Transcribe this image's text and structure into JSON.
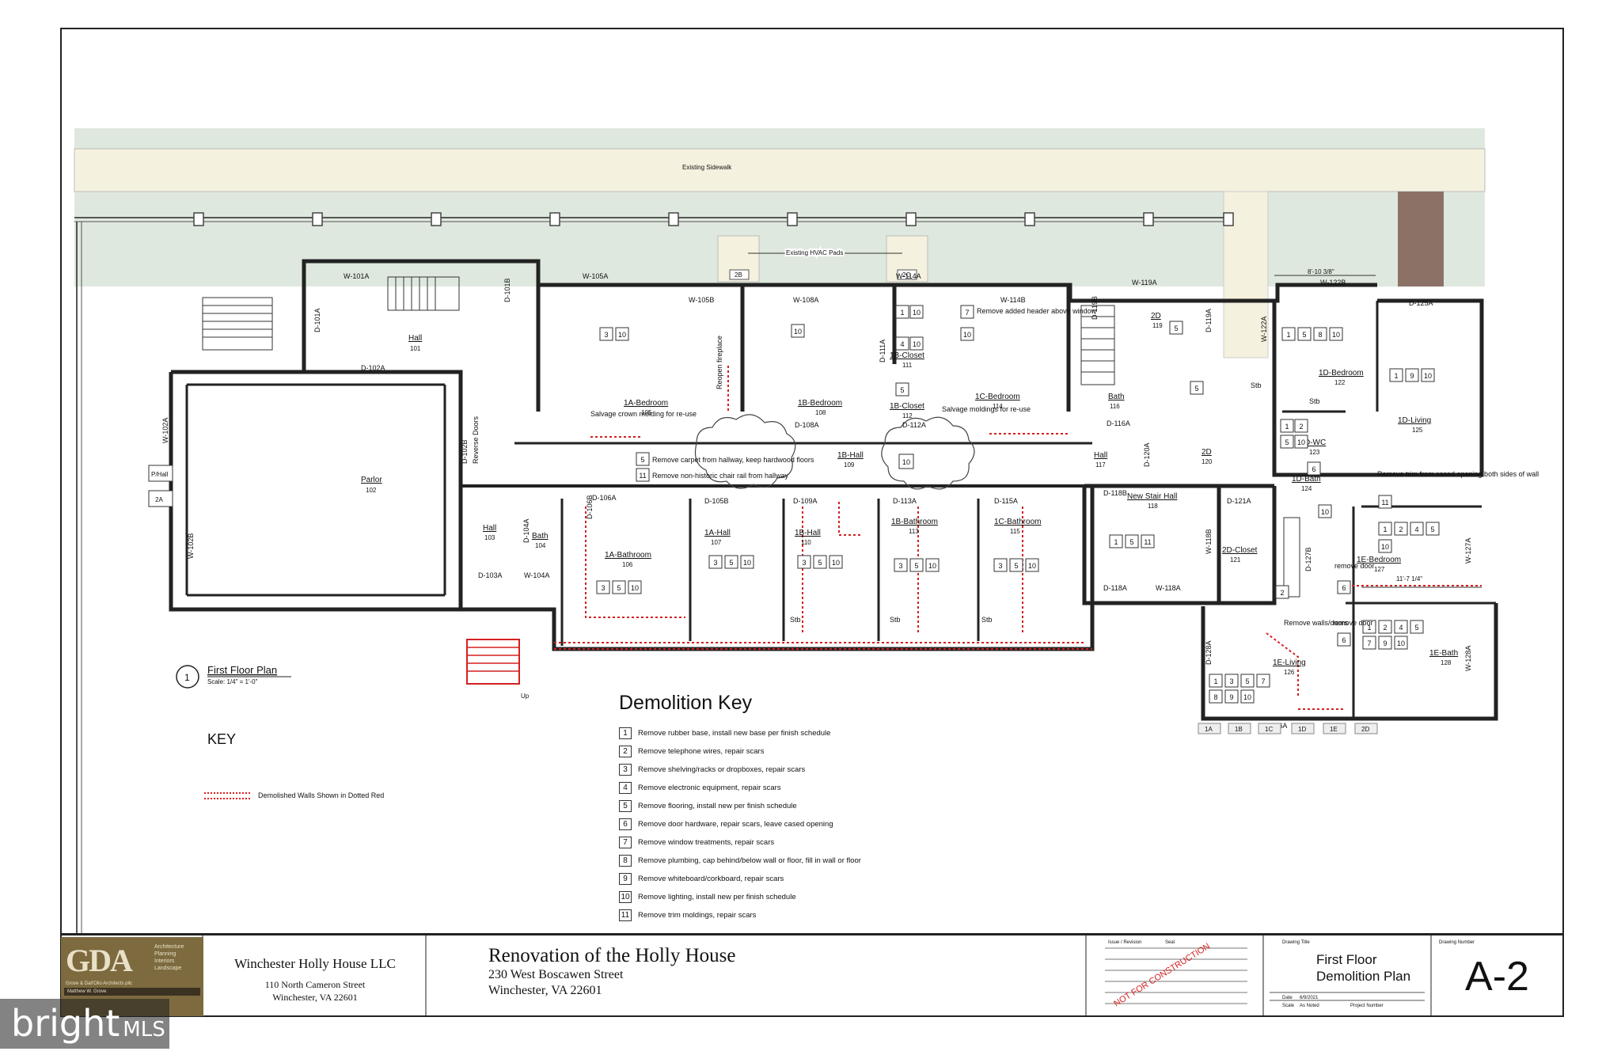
{
  "plan": {
    "sidewalk_label": "Existing Sidewalk",
    "hvac_label": "Existing HVAC Pads",
    "hvac_tags": [
      "2B",
      "2C"
    ],
    "dimension_top": "8'-10 3/8\"",
    "dimension_mid": "11'-7 1/4\"",
    "up_label": "Up",
    "rooms": [
      {
        "name": "Hall",
        "num": "101"
      },
      {
        "name": "Parlor",
        "num": "102"
      },
      {
        "name": "Hall",
        "num": "103"
      },
      {
        "name": "Bath",
        "num": "104"
      },
      {
        "name": "1A-Bedroom",
        "num": "105"
      },
      {
        "name": "1A-Bathroom",
        "num": "106"
      },
      {
        "name": "1A-Hall",
        "num": "107"
      },
      {
        "name": "1B-Bedroom",
        "num": "108"
      },
      {
        "name": "1B-Hall",
        "num": "109"
      },
      {
        "name": "1B-Hall",
        "num": "110"
      },
      {
        "name": "1B-Closet",
        "num": "111"
      },
      {
        "name": "1B-Closet",
        "num": "112"
      },
      {
        "name": "1B-Bathroom",
        "num": "113"
      },
      {
        "name": "1C-Bedroom",
        "num": "114"
      },
      {
        "name": "1C-Bathroom",
        "num": "115"
      },
      {
        "name": "Bath",
        "num": "116"
      },
      {
        "name": "Hall",
        "num": "117"
      },
      {
        "name": "New Stair Hall",
        "num": "118"
      },
      {
        "name": "2D",
        "num": "119"
      },
      {
        "name": "2D",
        "num": "120"
      },
      {
        "name": "2D-Closet",
        "num": "121"
      },
      {
        "name": "1D-Bedroom",
        "num": "122"
      },
      {
        "name": "D-WC",
        "num": "123"
      },
      {
        "name": "1D-Bath",
        "num": "124"
      },
      {
        "name": "1D-Living",
        "num": "125"
      },
      {
        "name": "1E-Living",
        "num": "126"
      },
      {
        "name": "1E-Bedroom",
        "num": "127"
      },
      {
        "name": "1E-Bath",
        "num": "128"
      }
    ],
    "door_tags": [
      "W-101A",
      "D-101A",
      "D-101B",
      "D-102A",
      "W-102A",
      "W-102B",
      "D-102B",
      "W-105A",
      "W-105B",
      "W-108A",
      "D-111A",
      "D-112A",
      "D-108A",
      "W-114A",
      "W-114B",
      "D-119B",
      "D-116A",
      "W-119A",
      "D-119A",
      "W-122A",
      "W-122B",
      "D-125A",
      "D-103A",
      "D-104A",
      "W-104A",
      "D-106A",
      "D-106B",
      "D-105B",
      "D-109A",
      "D-113A",
      "D-115A",
      "D-118B",
      "D-120A",
      "D-121A",
      "W-118B",
      "D-118A",
      "W-118A",
      "D-127B",
      "W-127A",
      "D-128A",
      "W-128A",
      "W-126A"
    ],
    "notes": {
      "parlor_doors": "Reverse Doors",
      "fireplace": "Reopen fireplace",
      "salvage_crown": "Salvage crown molding for re-use",
      "salvage_moldings": "Salvage moldings for re-use",
      "remove_header": "Remove added header above window",
      "hall_carpet": "Remove carpet from hallway, keep hardwood floors",
      "hall_chair_rail": "Remove non-historic chair rail from hallway",
      "remove_trim": "Remove trim from cased opening both sides of wall",
      "remove_door": "remove door",
      "remove_walls": "Remove walls/doors",
      "stub": "Stb"
    },
    "side_tags": [
      "P/Hall",
      "2A"
    ],
    "bottom_tags": [
      "1A",
      "1B",
      "1C",
      "1D",
      "1E",
      "2D"
    ]
  },
  "plan_caption": {
    "number": "1",
    "title": "First Floor Plan",
    "scale": "Scale: 1/4\" = 1'-0\""
  },
  "left_key": {
    "title": "KEY",
    "legend": "Demolished Walls Shown in Dotted Red"
  },
  "demolition_key": {
    "title": "Demolition Key",
    "items": [
      {
        "num": "1",
        "text": "Remove rubber base, install new base per finish schedule"
      },
      {
        "num": "2",
        "text": "Remove telephone wires, repair scars"
      },
      {
        "num": "3",
        "text": "Remove shelving/racks or dropboxes, repair scars"
      },
      {
        "num": "4",
        "text": "Remove electronic equipment, repair scars"
      },
      {
        "num": "5",
        "text": "Remove flooring, install new per finish schedule"
      },
      {
        "num": "6",
        "text": "Remove door hardware, repair scars, leave cased opening"
      },
      {
        "num": "7",
        "text": "Remove window treatments, repair scars"
      },
      {
        "num": "8",
        "text": "Remove plumbing, cap behind/below wall or floor, fill in wall or floor"
      },
      {
        "num": "9",
        "text": "Remove whiteboard/corkboard, repair scars"
      },
      {
        "num": "10",
        "text": "Remove lighting, install new per finish schedule"
      },
      {
        "num": "11",
        "text": "Remove trim moldings, repair scars"
      }
    ]
  },
  "title_block": {
    "logo": {
      "letters": "GDA",
      "services": [
        "Architecture",
        "Planning",
        "Interiors",
        "Landscape"
      ],
      "firm": "Grove & Dall'Olio Architects pllc",
      "contact": "Matthew W. Grove"
    },
    "client": {
      "name": "Winchester Holly House LLC",
      "street": "110 North Cameron Street",
      "city": "Winchester, VA  22601"
    },
    "project": {
      "title": "Renovation of the Holly House",
      "street": "230 West Boscawen Street",
      "city": "Winchester, VA  22601"
    },
    "revision": {
      "headers": [
        "Issue / Revision",
        "Seal"
      ],
      "stamp": "NOT FOR CONSTRUCTION"
    },
    "drawing": {
      "label": "Drawing Title",
      "line1": "First Floor",
      "line2": "Demolition Plan",
      "date_label": "Date",
      "date": "6/9/2021",
      "scale_label": "Scale",
      "scale": "As Noted",
      "project_number_label": "Project Number"
    },
    "sheet": {
      "label": "Drawing Number",
      "number": "A-2"
    }
  },
  "watermark": {
    "brand": "bright",
    "suffix": "MLS"
  },
  "colors": {
    "demolition": "#d42020",
    "lawn": "#dfe8de",
    "sidewalk": "#f5f1df",
    "logo": "#7d6b3f",
    "brick": "#8c7266"
  }
}
